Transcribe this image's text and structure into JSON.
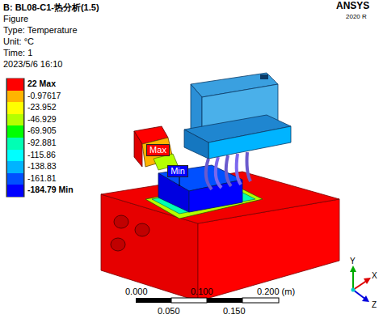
{
  "diagram": {
    "title": "B: BL08-C1-热分析(1.5)",
    "nodes": [
      {
        "text": [
          "Max"
        ]
      },
      {
        "text": [
          "Min"
        ]
      }
    ],
    "labels": [
      "Figure",
      "Type: Temperature",
      "Unit: °C",
      "Time: 1",
      "2023/5/6 16:10",
      "ANSYS",
      "2020 R",
      "0.000",
      "0.100",
      "0.200 (m)",
      "0.050",
      "0.150",
      "Y",
      "X",
      "Z"
    ],
    "legend": [
      {
        "text": "22 Max",
        "color": "#ff0000"
      },
      {
        "text": "-0.97617",
        "color": "#ffb400"
      },
      {
        "text": "-23.952",
        "color": "#ffff00"
      },
      {
        "text": "-46.929",
        "color": "#b4ff00"
      },
      {
        "text": "-69.905",
        "color": "#00ff00"
      },
      {
        "text": "-92.881",
        "color": "#00ffb4"
      },
      {
        "text": "-115.86",
        "color": "#00ffff"
      },
      {
        "text": "-138.83",
        "color": "#00b4ff"
      },
      {
        "text": "-161.81",
        "color": "#0050ff"
      },
      {
        "text": "-184.79 Min",
        "color": "#0000ff"
      }
    ]
  }
}
